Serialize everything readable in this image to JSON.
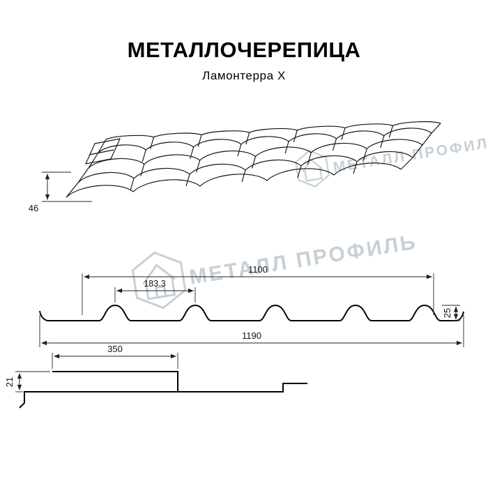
{
  "header": {
    "title": "МЕТАЛЛОЧЕРЕПИЦА",
    "subtitle": "Ламонтерра X"
  },
  "watermark": {
    "brand": "МЕТАЛЛ ПРОФИЛЬ",
    "color": "#b7c4cc"
  },
  "dimensions": {
    "eave_edge_height": "46",
    "cover_width": "1100",
    "wave_pitch": "183.3",
    "profile_height": "25",
    "overall_width": "1190",
    "flange_width": "350",
    "flange_height": "21"
  }
}
